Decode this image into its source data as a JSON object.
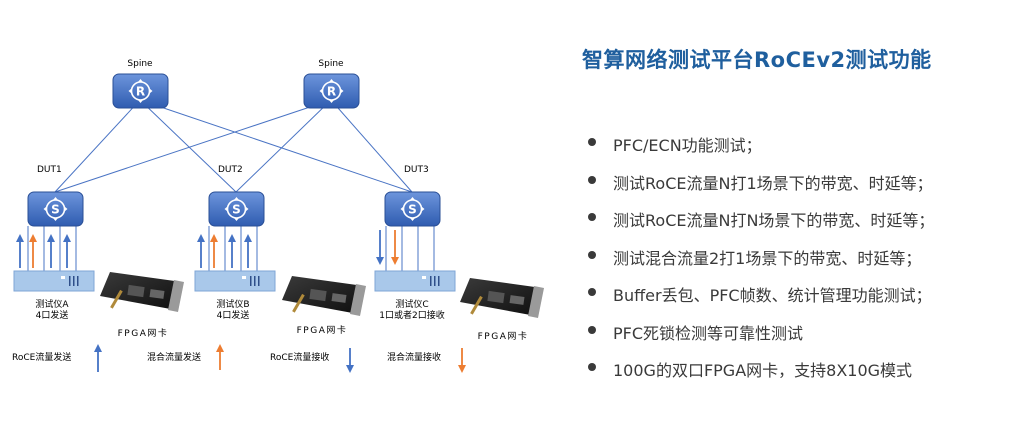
{
  "title": "智算网络测试平台RoCEv2测试功能",
  "features": [
    "PFC/ECN功能测试；",
    "测试RoCE流量N打1场景下的带宽、时延等；",
    "测试RoCE流量N打N场景下的带宽、时延等；",
    "测试混合流量2打1场景下的带宽、时延等；",
    "Buffer丢包、PFC帧数、统计管理功能测试；",
    "PFC死锁检测等可靠性测试",
    "100G的双口FPGA网卡，支持8X10G模式"
  ],
  "diagram": {
    "spines": [
      {
        "label": "Spine",
        "icon": "router-icon"
      },
      {
        "label": "Spine",
        "icon": "router-icon"
      }
    ],
    "duts": [
      {
        "label": "DUT1",
        "icon": "switch-icon"
      },
      {
        "label": "DUT2",
        "icon": "switch-icon"
      },
      {
        "label": "DUT3",
        "icon": "switch-icon"
      }
    ],
    "testers": [
      {
        "line1": "测试仪A",
        "line2": "4口发送"
      },
      {
        "line1": "测试仪B",
        "line2": "4口发送"
      },
      {
        "line1": "测试仪C",
        "line2": "1口或者2口接收"
      }
    ],
    "fpga_card_label": "FPGA网卡",
    "legend": [
      {
        "label": "RoCE流量发送",
        "color": "#4472c4",
        "direction": "up"
      },
      {
        "label": "混合流量发送",
        "color": "#ed7d31",
        "direction": "up"
      },
      {
        "label": "RoCE流量接收",
        "color": "#4472c4",
        "direction": "down"
      },
      {
        "label": "混合流量接收",
        "color": "#ed7d31",
        "direction": "down"
      }
    ],
    "colors": {
      "device": "#4472c4",
      "link": "#4a74c4",
      "roce": "#4472c4",
      "mixed": "#ed7d31",
      "tester": "#a9c8ea",
      "title": "#1f5f9e"
    }
  }
}
